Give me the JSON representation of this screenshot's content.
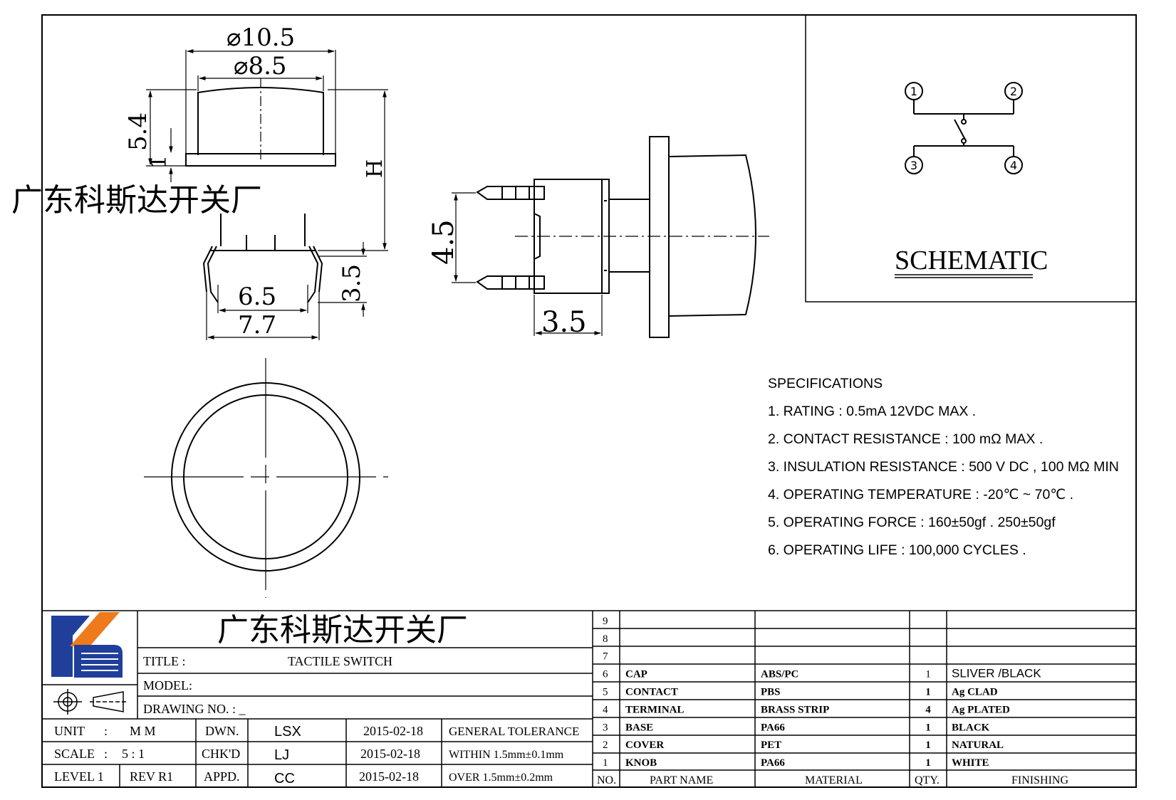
{
  "company_name": "广东科斯达开关厂",
  "watermark": "广东科斯达开关厂",
  "dimensions": {
    "cap_outer_dia": "⌀10.5",
    "cap_inner_dia": "⌀8.5",
    "height_total": "5.4",
    "flange": "1",
    "height_label": "H",
    "terminal_length": "3.5",
    "pin_pitch_inner": "6.5",
    "pin_pitch_outer": "7.7",
    "side_pitch": "4.5",
    "side_pin_length": "3.5"
  },
  "schematic": {
    "title": "SCHEMATIC",
    "pins": [
      "1",
      "2",
      "3",
      "4"
    ]
  },
  "specifications": {
    "heading": "SPECIFICATIONS",
    "items": [
      "1. RATING : 0.5mA 12VDC MAX .",
      "2. CONTACT RESISTANCE : 100 mΩ MAX .",
      "3. INSULATION RESISTANCE : 500 V DC , 100 MΩ MIN",
      "4. OPERATING TEMPERATURE : -20℃ ~ 70℃ .",
      "5. OPERATING FORCE : 160±50gf . 250±50gf",
      "6. OPERATING LIFE : 100,000 CYCLES ."
    ]
  },
  "title_block": {
    "title_label": "TITLE :",
    "title_value": "TACTILE SWITCH",
    "model_label": "MODEL:",
    "drawing_no_label": "DRAWING NO. : _",
    "unit_label": "UNIT",
    "unit_colon": ":",
    "unit_value": "M M",
    "scale_label": "SCALE",
    "scale_colon": ":",
    "scale_value": "5 : 1",
    "level_label": "LEVEL 1",
    "rev_label": "REV R1",
    "dwn_label": "DWN.",
    "chkd_label": "CHK'D",
    "appd_label": "APPD.",
    "dwn_name": "LSX",
    "chkd_name": "LJ",
    "appd_name": "CC",
    "dwn_date": "2015-02-18",
    "chkd_date": "2015-02-18",
    "appd_date": "2015-02-18",
    "tolerance_heading": "GENERAL TOLERANCE",
    "tolerance_within": "WITHIN 1.5mm±0.1mm",
    "tolerance_over": "OVER  1.5mm±0.2mm"
  },
  "bom": {
    "headers": [
      "NO.",
      "PART NAME",
      "MATERIAL",
      "QTY.",
      "FINISHING"
    ],
    "rows": [
      {
        "no": "9",
        "part": "",
        "material": "",
        "qty": "",
        "finishing": ""
      },
      {
        "no": "8",
        "part": "",
        "material": "",
        "qty": "",
        "finishing": ""
      },
      {
        "no": "7",
        "part": "",
        "material": "",
        "qty": "",
        "finishing": ""
      },
      {
        "no": "6",
        "part": "CAP",
        "material": "ABS/PC",
        "qty": "1",
        "finishing": "SLIVER /BLACK"
      },
      {
        "no": "5",
        "part": "CONTACT",
        "material": "PBS",
        "qty": "1",
        "finishing": "Ag CLAD"
      },
      {
        "no": "4",
        "part": "TERMINAL",
        "material": "BRASS STRIP",
        "qty": "4",
        "finishing": "Ag PLATED"
      },
      {
        "no": "3",
        "part": "BASE",
        "material": "PA66",
        "qty": "1",
        "finishing": "BLACK"
      },
      {
        "no": "2",
        "part": "COVER",
        "material": "PET",
        "qty": "1",
        "finishing": "NATURAL"
      },
      {
        "no": "1",
        "part": "KNOB",
        "material": "PA66",
        "qty": "1",
        "finishing": "WHITE"
      }
    ]
  },
  "colors": {
    "line": "#000000",
    "logo_blue": "#1f3f9b",
    "logo_orange": "#ee7a1c"
  }
}
